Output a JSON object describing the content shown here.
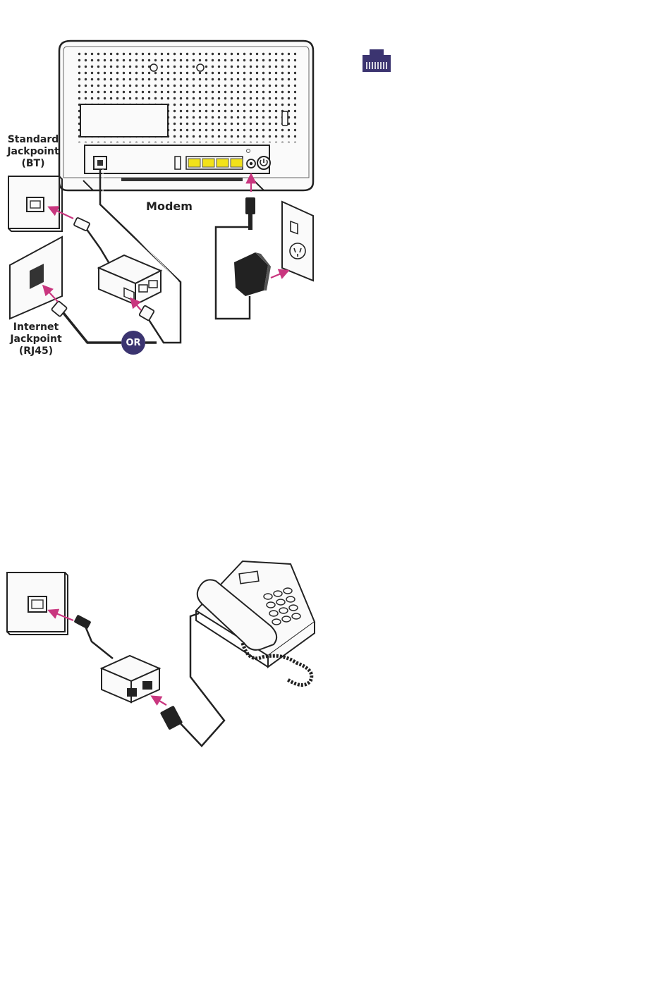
{
  "labels": {
    "standard_line1": "Standard",
    "standard_line2": "Jackpoint",
    "standard_line3": "(BT)",
    "modem": "Modem",
    "internet_line1": "Internet",
    "internet_line2": "Jackpoint",
    "internet_line3": "(RJ45)",
    "or": "OR"
  },
  "icons": {
    "ethernet_port": "ethernet-port-icon"
  },
  "colors": {
    "arrow": "#c9367f",
    "badge": "#3b3470",
    "ethernet_icon": "#3b3470",
    "lan_port": "#f2e21a",
    "line": "#222222",
    "panel_fill": "#fafafa"
  }
}
